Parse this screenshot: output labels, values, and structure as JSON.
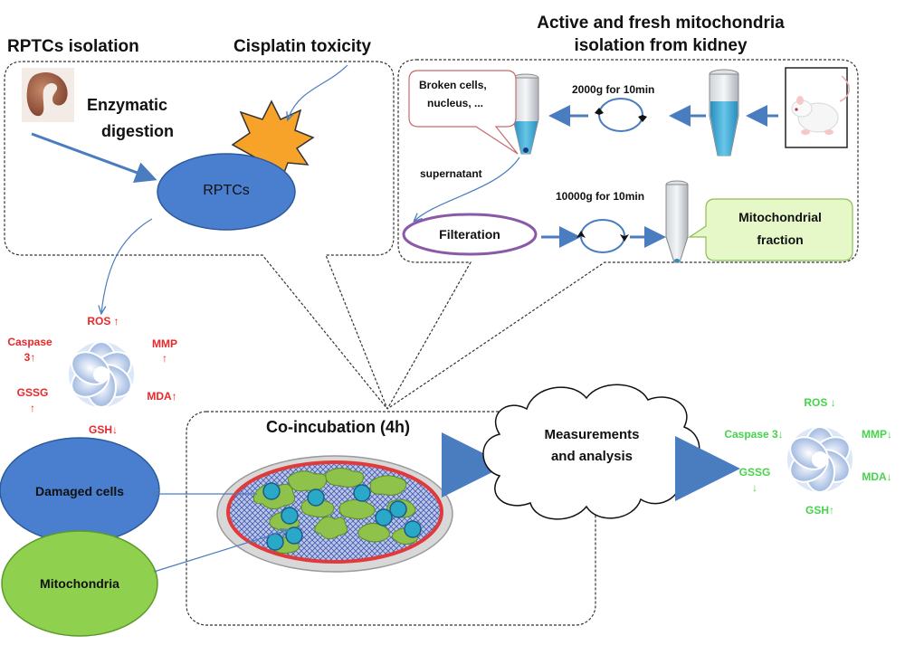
{
  "titles": {
    "rptcs_isolation": "RPTCs isolation",
    "cisplatin_toxicity": "Cisplatin toxicity",
    "mito_isolation_line1": "Active and fresh mitochondria",
    "mito_isolation_line2": "isolation from kidney"
  },
  "left_panel": {
    "enzymatic_line1": "Enzymatic",
    "enzymatic_line2": "digestion",
    "rptcs": "RPTCs"
  },
  "right_panel": {
    "broken_line1": "Broken cells,",
    "broken_line2": "nucleus, ...",
    "spin1": "2000g for 10min",
    "supernatant": "supernatant",
    "spin2": "10000g for 10min",
    "filteration": "Filteration",
    "mito_fraction_line1": "Mitochondrial",
    "mito_fraction_line2": "fraction"
  },
  "damaged_markers": {
    "ros": "ROS ↑",
    "caspase_line1": "Caspase",
    "caspase_line2": "3↑",
    "mmp_line1": "MMP",
    "mmp_line2": "↑",
    "gssg_line1": "GSSG",
    "gssg_line2": "↑",
    "mda": "MDA↑",
    "gsh": "GSH↓"
  },
  "bottom": {
    "damaged_cells": "Damaged cells",
    "mitochondria": "Mitochondria",
    "coincubation": "Co-incubation (4h)",
    "measure_line1": "Measurements",
    "measure_line2": "and analysis"
  },
  "recovered_markers": {
    "ros": "ROS ↓",
    "caspase": "Caspase 3↓",
    "mmp": "MMP↓",
    "gssg_line1": "GSSG",
    "gssg_line2": "↓",
    "mda": "MDA↓",
    "gsh": "GSH↑"
  },
  "colors": {
    "blue_fill": "#4a7fd0",
    "green_fill": "#8fd14f",
    "red_text": "#e8282a",
    "green_text": "#45d44a",
    "arrow_blue": "#4a7cc0",
    "filteration_border": "#8a5aa8"
  },
  "icons": {
    "kidney": "kidney-icon",
    "rat": "rat-icon",
    "tube": "centrifuge-tube-icon",
    "cycle": "centrifuge-cycle-icon",
    "marker": "cell-flower-icon",
    "dish": "petri-dish-icon"
  }
}
